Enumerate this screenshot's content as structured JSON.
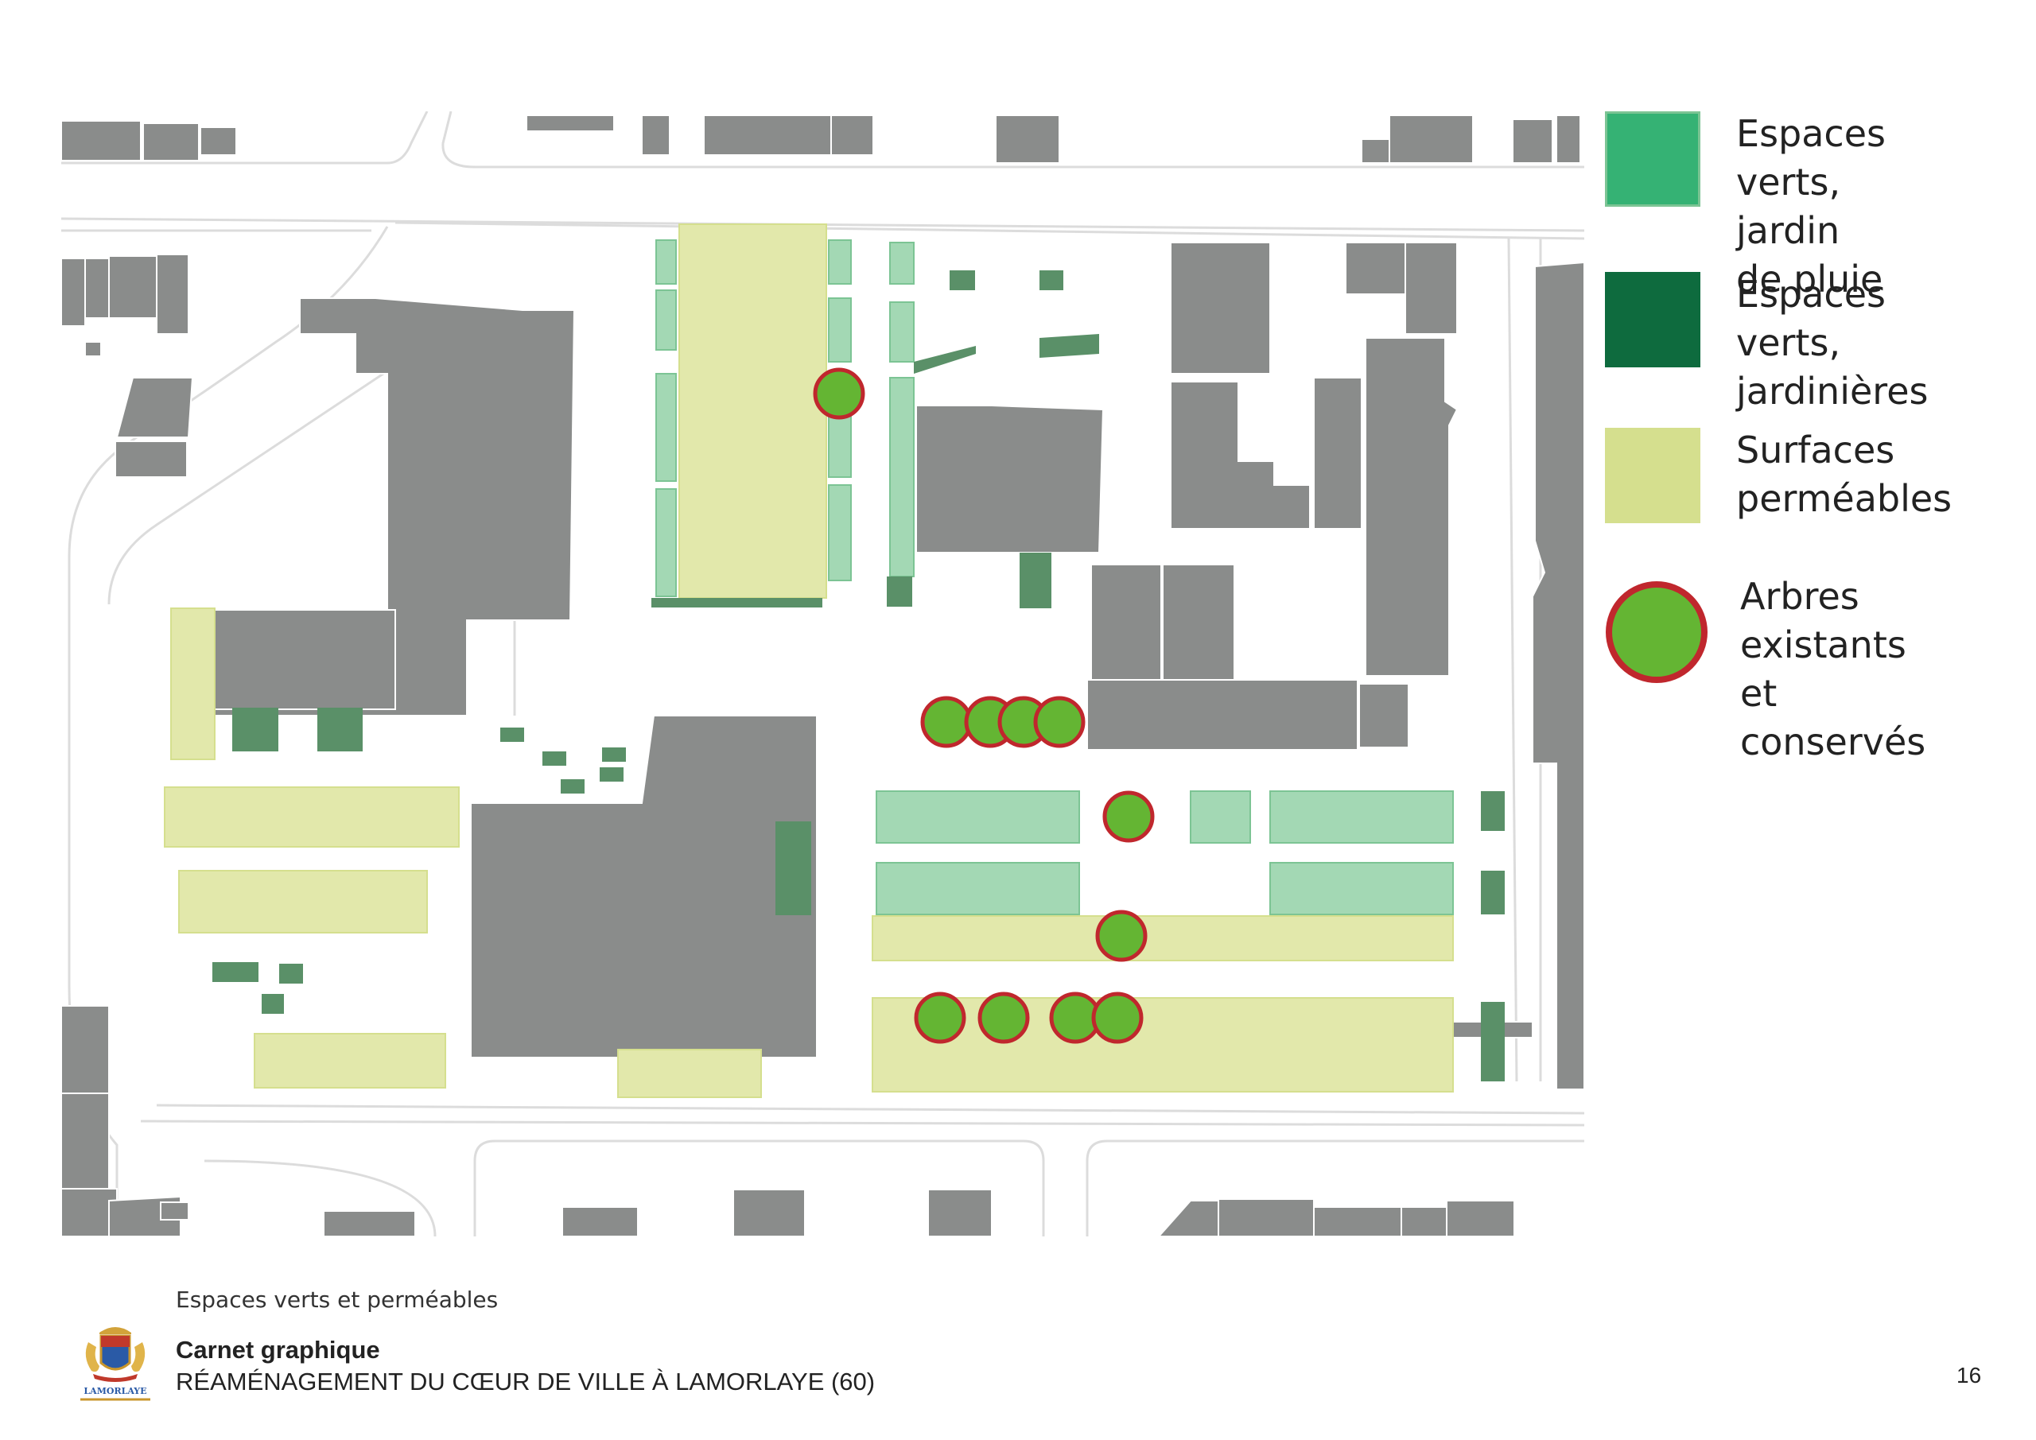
{
  "colors": {
    "building": "#8a8c8b",
    "road_line": "#dcdcdc",
    "espaces_verts_pluie": "#35b274",
    "espaces_verts_pluie_map": "#a3d8b4",
    "espaces_verts_jardinieres": "#0e6b3e",
    "jardinieres_map": "#5a9068",
    "surfaces_permeables": "#d5df8e",
    "permeables_map": "#e2e8ab",
    "tree_fill": "#64b533",
    "tree_stroke": "#c0272d"
  },
  "legend": {
    "items": [
      {
        "key": "espaces-verts-pluie",
        "label": "Espaces verts,\njardin de pluie"
      },
      {
        "key": "espaces-verts-jardinieres",
        "label": "Espaces verts,\njardinières"
      },
      {
        "key": "surfaces-permeables",
        "label": "Surfaces\nperméables"
      },
      {
        "key": "arbres",
        "label": "Arbres\nexistants\net conservés"
      }
    ]
  },
  "footer": {
    "caption": "Espaces verts et perméables",
    "title": "Carnet graphique",
    "subtitle": "RÉAMÉNAGEMENT DU CŒUR DE VILLE À LAMORLAYE (60)",
    "page_number": "16"
  },
  "logo": {
    "text": "LAMORLAYE",
    "icon": "lamorlaye-coat-of-arms-icon"
  }
}
